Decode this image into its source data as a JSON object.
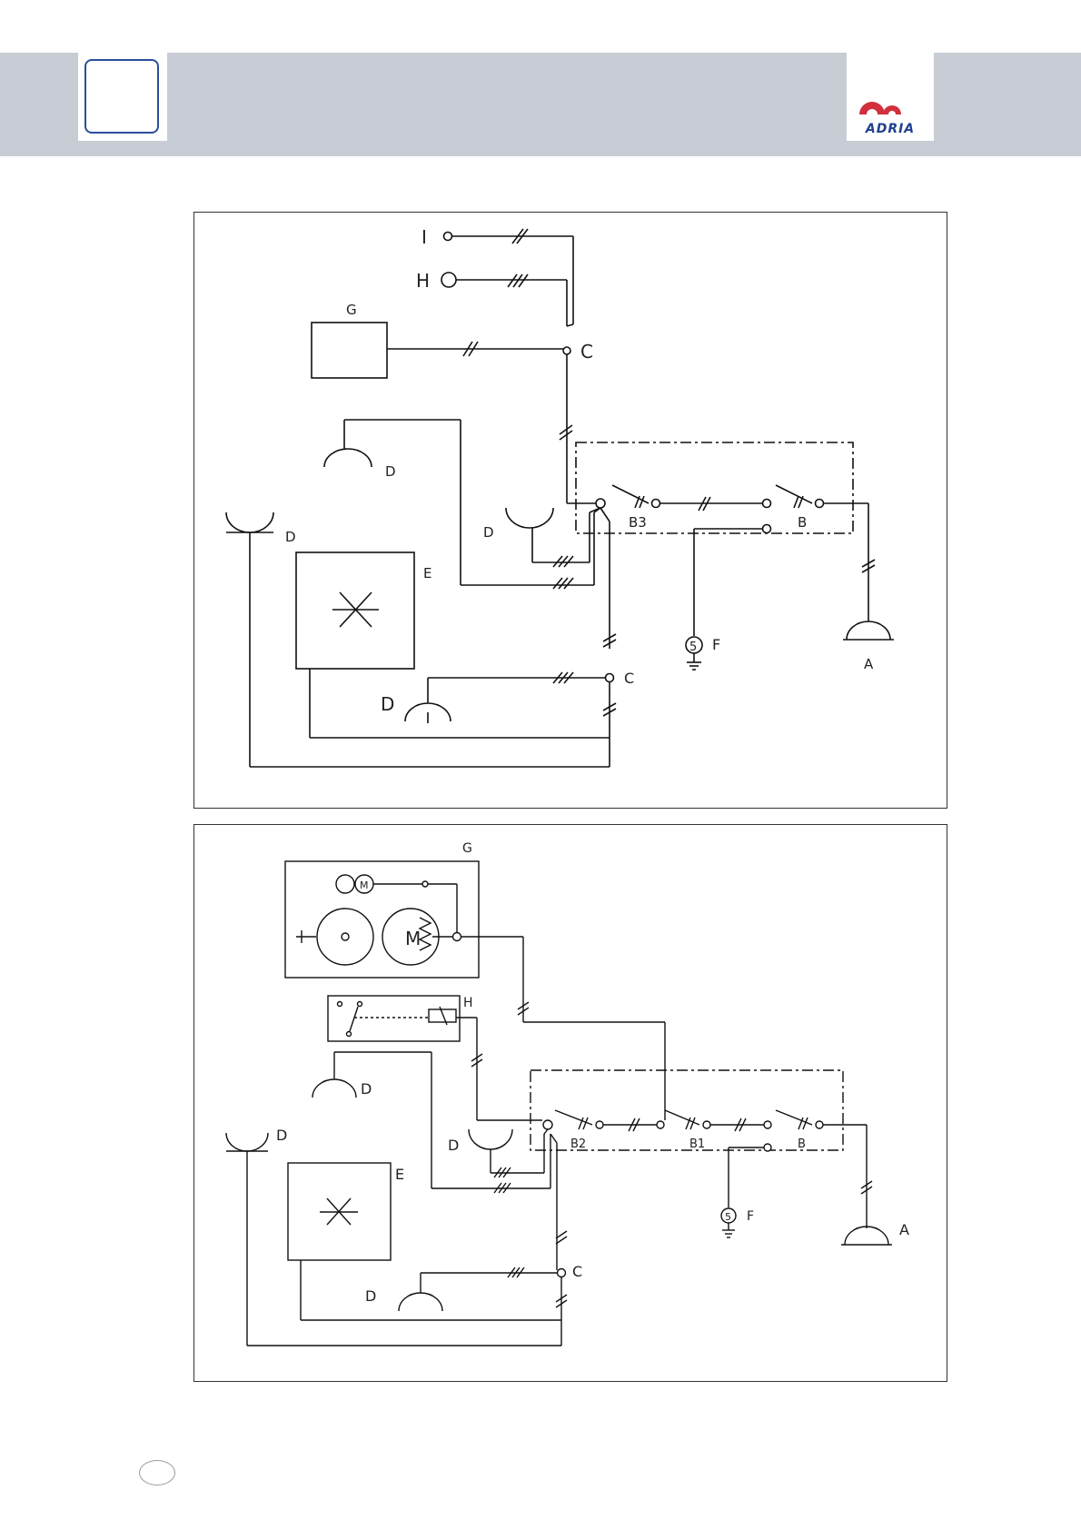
{
  "header": {
    "brand": "ADRIA",
    "accent_color": "#2a4f9a",
    "logo_color": "#d1303c"
  },
  "diagram_top": {
    "labels": {
      "I": "I",
      "H": "H",
      "G": "G",
      "C1": "C",
      "C2": "C",
      "D1": "D",
      "D2": "D",
      "D3": "D",
      "D4": "D",
      "E": "E",
      "B3": "B3",
      "B": "B",
      "F": "F",
      "A": "A",
      "fuse": "5"
    }
  },
  "diagram_bottom": {
    "labels": {
      "G": "G",
      "H": "H",
      "C": "C",
      "D1": "D",
      "D2": "D",
      "D3": "D",
      "D4": "D",
      "E": "E",
      "B2": "B2",
      "B1": "B1",
      "B": "B",
      "F": "F",
      "A": "A",
      "fuse": "5",
      "motor": "M",
      "small_motor": "M"
    }
  }
}
